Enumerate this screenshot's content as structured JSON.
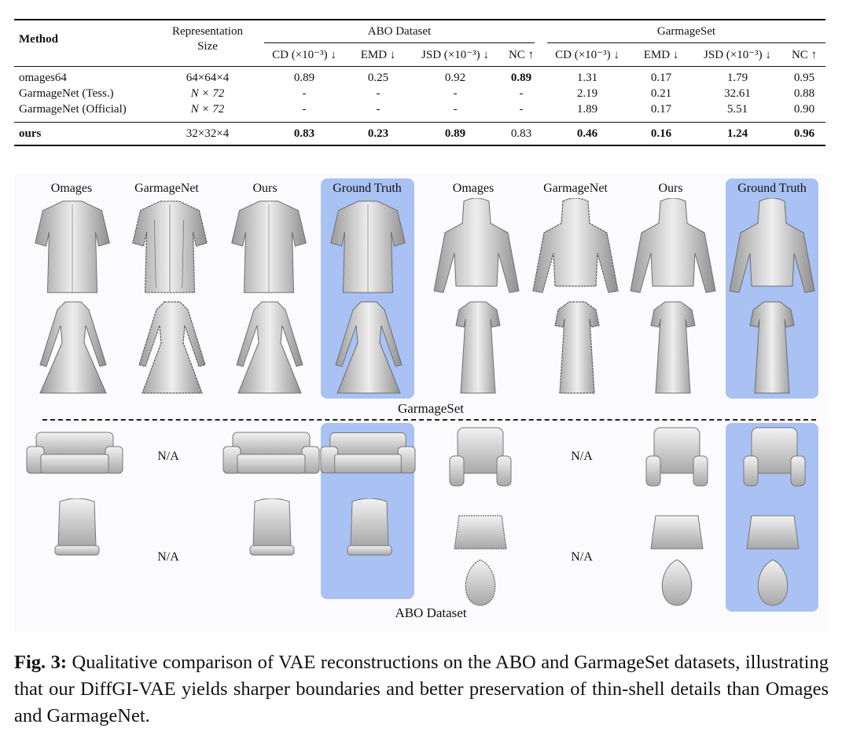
{
  "table": {
    "col_method": "Method",
    "col_size_line1": "Representation",
    "col_size_line2": "Size",
    "group_abo": "ABO Dataset",
    "group_garmage": "GarmageSet",
    "metrics": [
      "CD (×10⁻³) ↓",
      "EMD ↓",
      "JSD (×10⁻³) ↓",
      "NC ↑",
      "CD (×10⁻³) ↓",
      "EMD ↓",
      "JSD (×10⁻³) ↓",
      "NC ↑"
    ],
    "rows": [
      {
        "method": "omages64",
        "size": "64×64×4",
        "values": [
          "0.89",
          "0.25",
          "0.92",
          "0.89",
          "1.31",
          "0.17",
          "1.79",
          "0.95"
        ]
      },
      {
        "method": "GarmageNet (Tess.)",
        "size": "N × 72",
        "values": [
          "-",
          "-",
          "-",
          "-",
          "2.19",
          "0.21",
          "32.61",
          "0.88"
        ]
      },
      {
        "method": "GarmageNet (Official)",
        "size": "N × 72",
        "values": [
          "-",
          "-",
          "-",
          "-",
          "1.89",
          "0.17",
          "5.51",
          "0.90"
        ]
      },
      {
        "method": "ours",
        "size": "32×32×4",
        "values": [
          "0.83",
          "0.23",
          "0.89",
          "0.83",
          "0.46",
          "0.16",
          "1.24",
          "0.96"
        ]
      }
    ]
  },
  "figure": {
    "columns_left": [
      "Omages",
      "GarmageNet",
      "Ours",
      "Ground Truth"
    ],
    "columns_right": [
      "Omages",
      "GarmageNet",
      "Ours",
      "Ground Truth"
    ],
    "section_garmage": "GarmageSet",
    "section_abo": "ABO Dataset",
    "not_available": "N/A",
    "gt_panel_color": "#a9c1f3"
  },
  "caption": {
    "label": "Fig. 3:",
    "text": " Qualitative comparison of VAE reconstructions on the ABO and GarmageSet datasets, illustrating that our DiffGI-VAE yields sharper boundaries and better preservation of thin-shell details than Omages and GarmageNet."
  }
}
